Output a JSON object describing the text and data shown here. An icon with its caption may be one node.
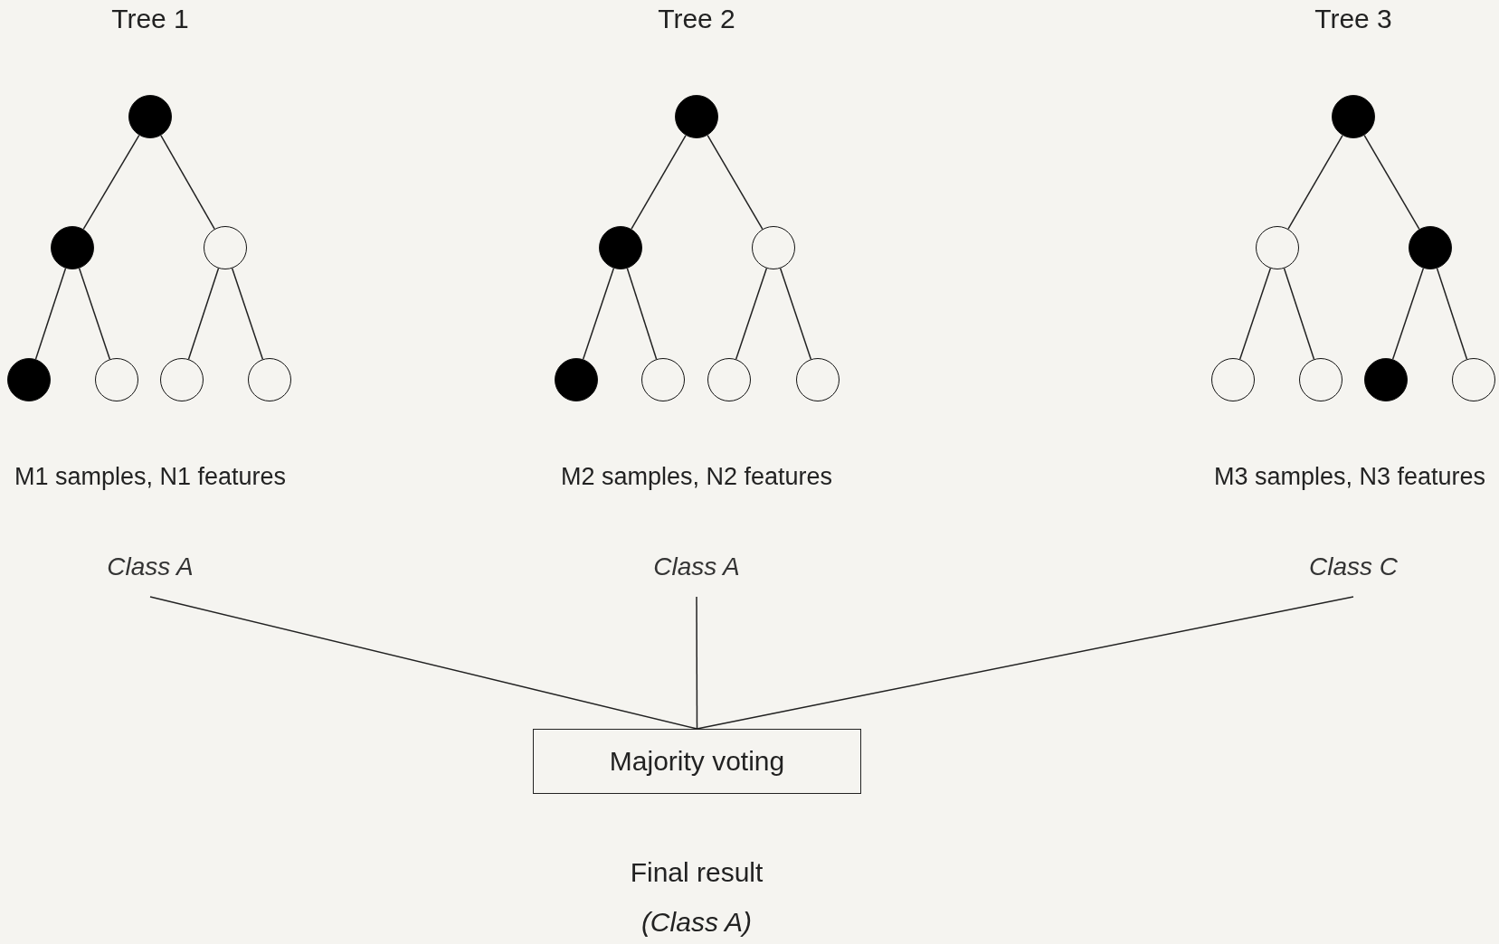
{
  "diagram": {
    "nodes": [
      {
        "text": [],
        "shape": "dot"
      },
      {
        "text": [],
        "shape": "dot"
      },
      {
        "text": [],
        "shape": "circle"
      },
      {
        "text": [],
        "shape": "dot"
      },
      {
        "text": [],
        "shape": "circle"
      },
      {
        "text": [],
        "shape": "circle"
      },
      {
        "text": [],
        "shape": "circle"
      },
      {
        "text": [],
        "shape": "dot"
      },
      {
        "text": [],
        "shape": "dot"
      },
      {
        "text": [],
        "shape": "circle"
      },
      {
        "text": [],
        "shape": "dot"
      },
      {
        "text": [],
        "shape": "circle"
      },
      {
        "text": [],
        "shape": "circle"
      },
      {
        "text": [],
        "shape": "circle"
      },
      {
        "text": [],
        "shape": "dot"
      },
      {
        "text": [],
        "shape": "circle"
      },
      {
        "text": [],
        "shape": "dot"
      },
      {
        "text": [],
        "shape": "circle"
      },
      {
        "text": [],
        "shape": "circle"
      },
      {
        "text": [],
        "shape": "dot"
      },
      {
        "text": [],
        "shape": "circle"
      },
      {
        "text": [
          "Class A"
        ]
      },
      {
        "text": [
          "Class A"
        ]
      },
      {
        "text": [
          "Class C"
        ]
      },
      {
        "text": [
          "Majority voting"
        ]
      }
    ],
    "edges": [
      {
        "from": 0,
        "to": 1,
        "arrow": "none"
      },
      {
        "from": 0,
        "to": 2,
        "arrow": "none"
      },
      {
        "from": 1,
        "to": 3,
        "arrow": "none"
      },
      {
        "from": 1,
        "to": 4,
        "arrow": "none"
      },
      {
        "from": 2,
        "to": 5,
        "arrow": "none"
      },
      {
        "from": 2,
        "to": 6,
        "arrow": "none"
      },
      {
        "from": 7,
        "to": 8,
        "arrow": "none"
      },
      {
        "from": 7,
        "to": 9,
        "arrow": "none"
      },
      {
        "from": 8,
        "to": 10,
        "arrow": "none"
      },
      {
        "from": 8,
        "to": 11,
        "arrow": "none"
      },
      {
        "from": 9,
        "to": 12,
        "arrow": "none"
      },
      {
        "from": 9,
        "to": 13,
        "arrow": "none"
      },
      {
        "from": 14,
        "to": 15,
        "arrow": "none"
      },
      {
        "from": 14,
        "to": 16,
        "arrow": "none"
      },
      {
        "from": 15,
        "to": 17,
        "arrow": "none"
      },
      {
        "from": 15,
        "to": 18,
        "arrow": "none"
      },
      {
        "from": 16,
        "to": 19,
        "arrow": "none"
      },
      {
        "from": 16,
        "to": 20,
        "arrow": "none"
      },
      {
        "from": 21,
        "to": 24,
        "arrow": "none"
      },
      {
        "from": 22,
        "to": 24,
        "arrow": "none"
      },
      {
        "from": 23,
        "to": 24,
        "arrow": "none"
      }
    ],
    "labels": [
      "Tree 1",
      "Tree 2",
      "Tree 3",
      "M1 samples, N1 features",
      "M2 samples, N2 features",
      "M3 samples, N3 features",
      "Final result",
      "(Class A)"
    ]
  }
}
